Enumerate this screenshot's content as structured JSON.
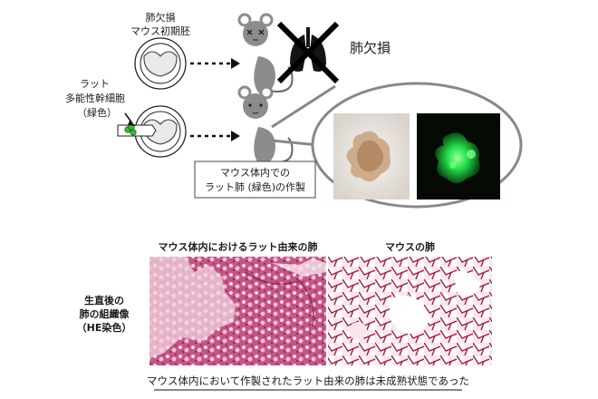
{
  "top": {
    "embryo_label_1": "肺欠損",
    "embryo_label_2": "マウス初期胚",
    "lung_deficient_label": "肺欠損"
  },
  "middle": {
    "rat_label_1": "ラット",
    "rat_label_2": "多能性幹細胞",
    "rat_label_3": "（緑色）",
    "box_line_1": "マウス体内での",
    "box_line_2": "ラット肺 (緑色)の作製"
  },
  "bottom": {
    "header_left": "マウス体内におけるラット由来の肺",
    "header_right": "マウスの肺",
    "side_1": "生直後の",
    "side_2": "肺の組織像",
    "side_3": "（HE染色）",
    "caption": "マウス体内において作製されたラット由来の肺は未成熟状態であった"
  },
  "colors": {
    "mouse": "#8c8c8c",
    "rat_cells": "#3dbb3d",
    "tissue_pink": "#d98aa8",
    "tissue_dark": "#8a1f45",
    "fluorescence": "#22e04a"
  }
}
